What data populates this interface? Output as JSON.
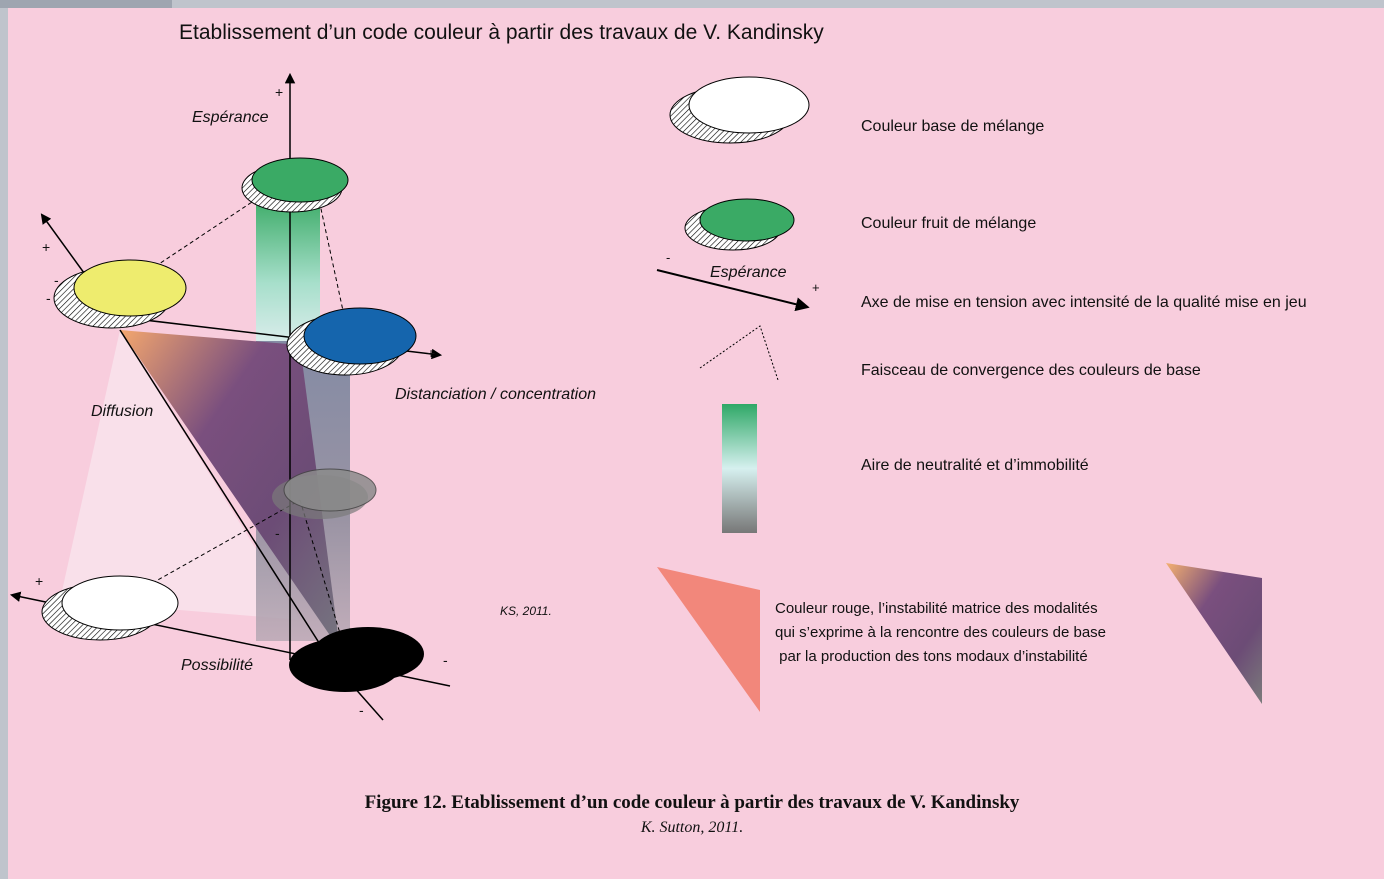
{
  "title": "Etablissement d’un code couleur à partir des travaux de V. Kandinsky",
  "diagram": {
    "labels": {
      "esperance": "Espérance",
      "distanciation": "Distanciation / concentration",
      "diffusion": "Diffusion",
      "possibilite": "Possibilité",
      "plus": "+",
      "minus": "-"
    },
    "signature": "KS, 2011."
  },
  "legend": {
    "base": "Couleur base de mélange",
    "fruit": "Couleur fruit de mélange",
    "axis_example_label": "Espérance",
    "axis": "Axe de mise en tension avec intensité de la qualité mise en jeu",
    "faisceau": "Faisceau de convergence des couleurs de base",
    "aire": "Aire de neutralité et d’immobilité",
    "rouge_lines": [
      "Couleur rouge, l’instabilité matrice des modalités",
      "qui s’exprime à la rencontre des couleurs de base",
      " par la production des tons modaux d’instabilité"
    ]
  },
  "caption": {
    "title": "Figure 12. Etablissement d’un code couleur à partir des travaux de V. Kandinsky",
    "source": "K. Sutton, 2011."
  },
  "colors": {
    "background": "#f8cddd",
    "frame": "#bfc4cc",
    "green": "#3aaa65",
    "yellow": "#eeec6e",
    "blue": "#1565ad",
    "grey": "#8b8b8b",
    "black": "#000000",
    "salmon": "#f2877b",
    "purple": "#6c4c76"
  }
}
